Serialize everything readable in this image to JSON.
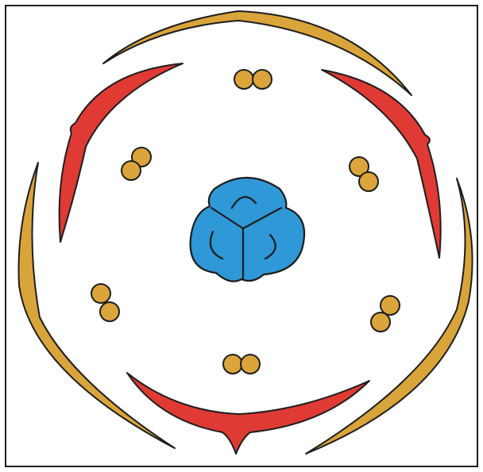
{
  "diagram": {
    "kind": "floral-diagram",
    "text": [],
    "parts": {
      "outer_whorl": {
        "count": 3,
        "color": "#d9a43a",
        "outline": "#1e1e1e"
      },
      "inner_whorl": {
        "count": 3,
        "color": "#df3a34",
        "outline": "#1e1e1e"
      },
      "stamens": {
        "count": 6,
        "color": "#dba53c",
        "outline": "#1e1e1e"
      },
      "ovary": {
        "locules": 3,
        "color": "#2f98d6",
        "outline": "#1e1e1e"
      }
    },
    "border_color": "#1e1e1e",
    "background": "#ffffff"
  }
}
